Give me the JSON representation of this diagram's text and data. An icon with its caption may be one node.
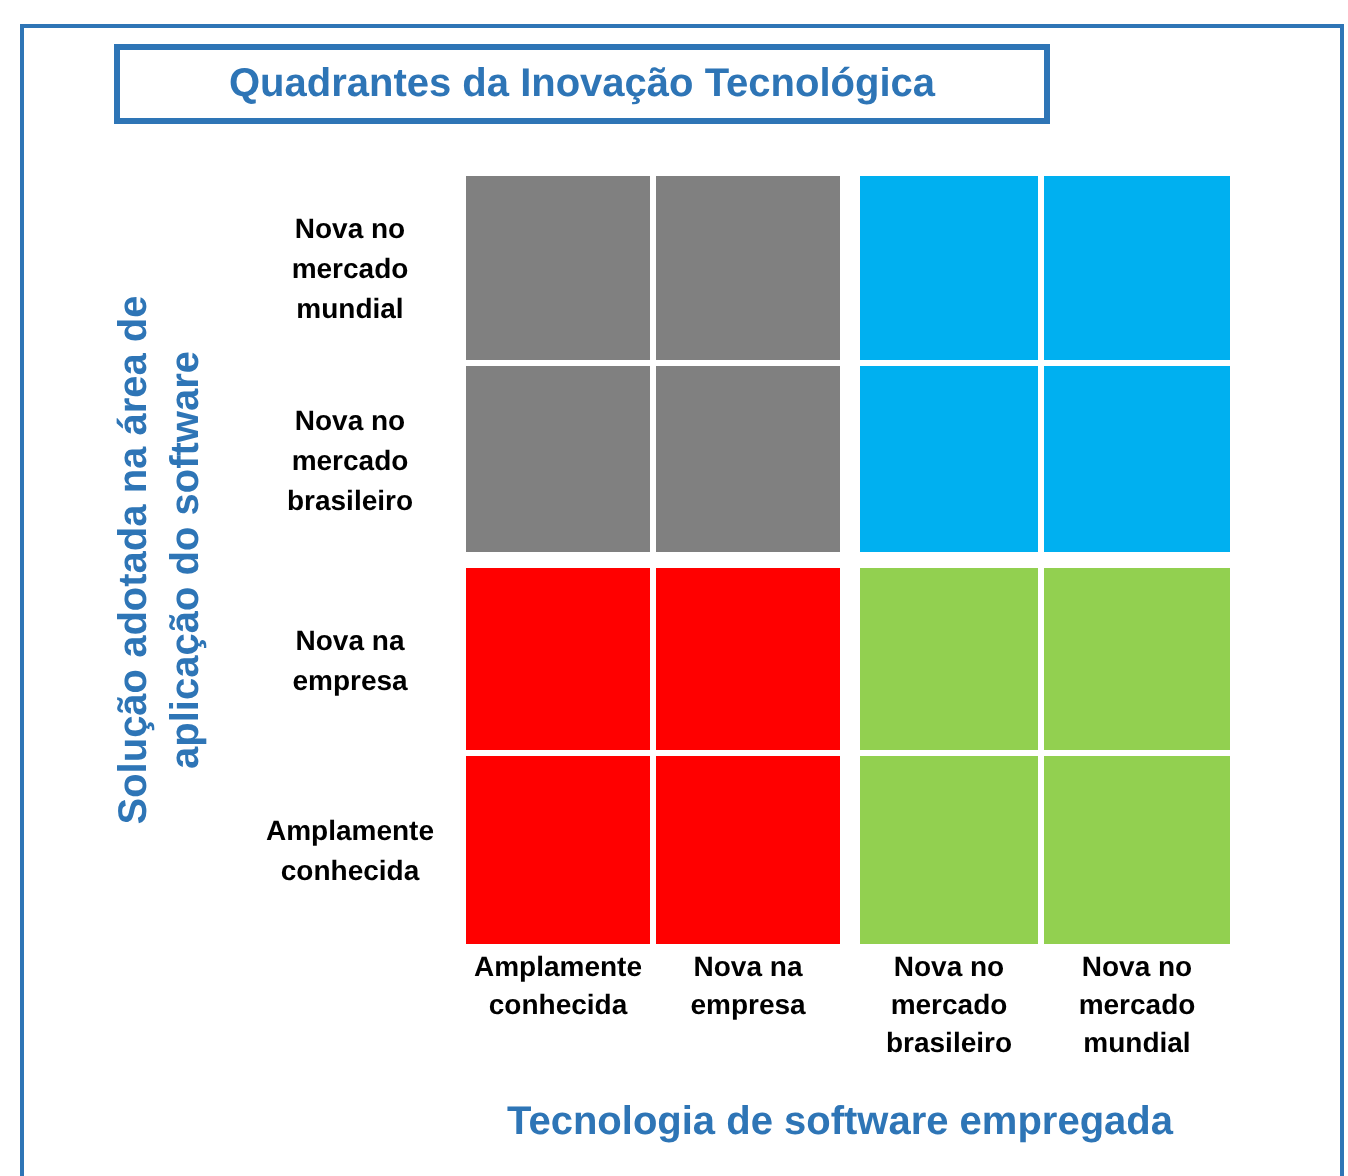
{
  "diagram": {
    "title": "Quadrantes da Inovação Tecnológica",
    "labels": [
      "Solução adotada na área de aplicação do software",
      "Nova no mercado mundial",
      "Nova no mercado brasileiro",
      "Nova na empresa",
      "Amplamente conhecida",
      "Amplamente conhecida",
      "Nova na empresa",
      "Nova no mercado brasileiro",
      "Nova no mercado mundial",
      "Tecnologia de software empregada"
    ]
  }
}
